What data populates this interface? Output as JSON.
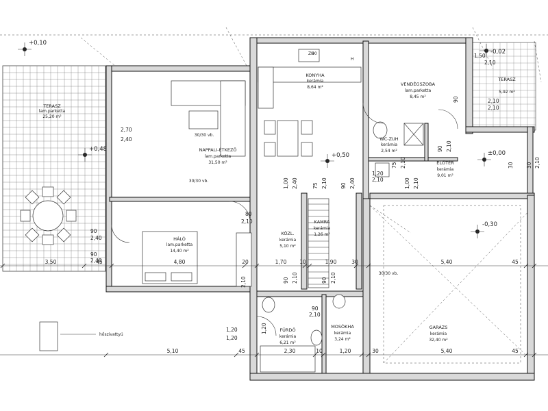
{
  "rooms": {
    "terasz_left": {
      "name": "TERASZ",
      "floor": "lam.parketta",
      "area": "25,20 m²"
    },
    "konyha": {
      "name": "KONYHA",
      "floor": "kerámia",
      "area": "8,64 m²"
    },
    "vendegszoba": {
      "name": "VENDÉGSZOBA",
      "floor": "lam.parketta",
      "area": "8,45 m²"
    },
    "terasz_right": {
      "name": "TERASZ",
      "area": "5,92 m²"
    },
    "nappali": {
      "name": "NAPPALI-ÉTKEZŐ",
      "floor": "lam.parketta",
      "area": "31,50 m²"
    },
    "wc_zuh": {
      "name": "WC-ZUH",
      "floor": "kerámia",
      "area": "2,54 m²"
    },
    "eloter": {
      "name": "ELŐTÉR",
      "floor": "kerámia",
      "area": "9,01 m²"
    },
    "halo": {
      "name": "HÁLÓ",
      "floor": "lam.parketta",
      "area": "14,40 m²"
    },
    "kozl": {
      "name": "KÖZL.",
      "floor": "kerámia",
      "area": "5,10 m²"
    },
    "kamra": {
      "name": "KAMRA",
      "floor": "kerámia",
      "area": "1,26 m²"
    },
    "furdo": {
      "name": "FÜRDŐ",
      "floor": "kerámia",
      "area": "6,21 m²"
    },
    "mosokha": {
      "name": "MOSÓKHA",
      "floor": "kerámia",
      "area": "3,24 m²"
    },
    "garazs": {
      "name": "GARÁZS",
      "floor": "kerámia",
      "area": "32,40 m²"
    }
  },
  "levels": {
    "top_left": "+0,10",
    "terrace": "+0,48",
    "living": "+0,50",
    "top_right": "-0,02",
    "entry": "±0,00",
    "garage": "-0,30"
  },
  "annotations": {
    "beam1": "30/30 vb.",
    "beam2": "30/30 vb.",
    "beam3": "30/30 vb.",
    "heatpump": "hőszivattyú",
    "h": "H",
    "zh": "ZH",
    "wall_90": "90"
  },
  "dims": {
    "d_2_70": "2,70",
    "d_2_40": "2,40",
    "d_1_00a": "1,00",
    "d_2_40b": "2,40",
    "d_75a": "75",
    "d_2_10a": "2,10",
    "d_90a": "90",
    "d_2_40c": "2,40",
    "d_1_20a": "1,20",
    "d_2_10b": "2,10",
    "d_75b": "75",
    "d_2_10c": "2,10",
    "d_1_00b": "1,00",
    "d_2_10d": "2,10",
    "d_90b": "90",
    "d_2_10e": "2,10",
    "d_90c": "90",
    "d_2_10f": "2,10",
    "d_30a": "30",
    "d_2_10g": "2,10",
    "d_90d": "90",
    "d_2_40d": "2,40",
    "d_90e": "90",
    "d_2_40e": "2,40",
    "d_80": "80",
    "d_2_10h": "2,10",
    "d_90f": "90",
    "d_2_10i": "2,10",
    "d_1_20b": "1,20",
    "d_1_20c": "1,20",
    "d_1_20d": "1,20",
    "d_90g": "90",
    "d_2_10j": "2,10",
    "d_90h": "90",
    "d_2_10k": "2,10",
    "d_2_10l": "2,10",
    "d_1_50": "1,50",
    "d_2_10m": "2,10",
    "d_30b": "30",
    "d_2_10n": "2,10"
  },
  "dimline_row1": [
    "3,50",
    "45",
    "4,80",
    "20",
    "1,70",
    "10",
    "1,90",
    "30",
    "5,40",
    "45"
  ],
  "dimline_row2": [
    "5,10",
    "45",
    "2,30",
    "10",
    "1,20",
    "30",
    "5,40",
    "45"
  ]
}
